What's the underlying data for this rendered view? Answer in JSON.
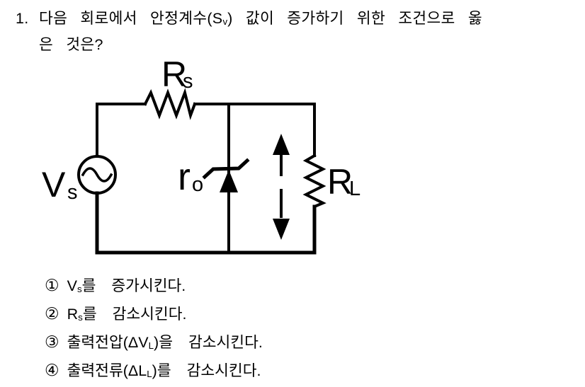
{
  "colors": {
    "ink": "#000000",
    "paper": "#ffffff"
  },
  "question": {
    "number": "1.",
    "line1_pre": "다음 회로에서 안정계수(S",
    "line1_sub": "v",
    "line1_post": ") 값이 증가하기 위한 조건으로 옳",
    "line2": "은 것은?"
  },
  "circuit": {
    "components": [
      "ac-voltage-source",
      "series-resistor",
      "zener-diode",
      "bidirectional-arrow",
      "load-resistor"
    ],
    "labels": {
      "rs": {
        "main": "R",
        "sub": "s"
      },
      "vs": {
        "main": "V",
        "sub": "s"
      },
      "ro": {
        "main": "r",
        "sub": "o"
      },
      "rl": {
        "main": "R",
        "sub": "L"
      }
    }
  },
  "options": [
    {
      "num": "①",
      "pre": "V",
      "sub": "s",
      "post": "를 증가시킨다."
    },
    {
      "num": "②",
      "pre": "R",
      "sub": "s",
      "post": "를 감소시킨다."
    },
    {
      "num": "③",
      "pre": "출력전압(ΔV",
      "sub": "L",
      "post": ")을 감소시킨다."
    },
    {
      "num": "④",
      "pre": "출력전류(ΔL",
      "sub": "L",
      "post": ")를 감소시킨다."
    }
  ]
}
